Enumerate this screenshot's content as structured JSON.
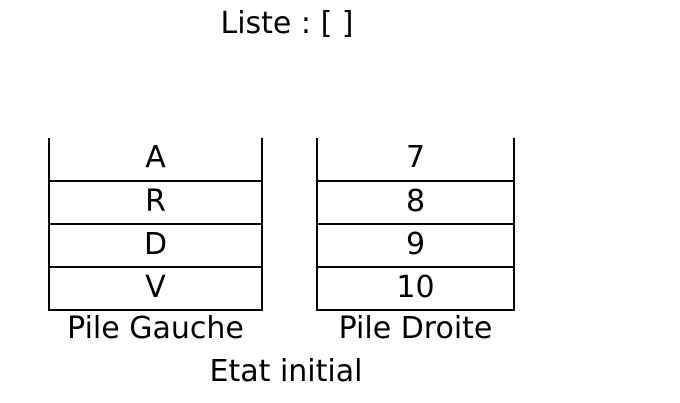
{
  "title": "Liste : [ ]",
  "left_stack": {
    "items": [
      "A",
      "R",
      "D",
      "V"
    ],
    "caption": "Pile Gauche"
  },
  "right_stack": {
    "items": [
      "7",
      "8",
      "9",
      "10"
    ],
    "caption": "Pile Droite"
  },
  "state_label": "Etat initial"
}
